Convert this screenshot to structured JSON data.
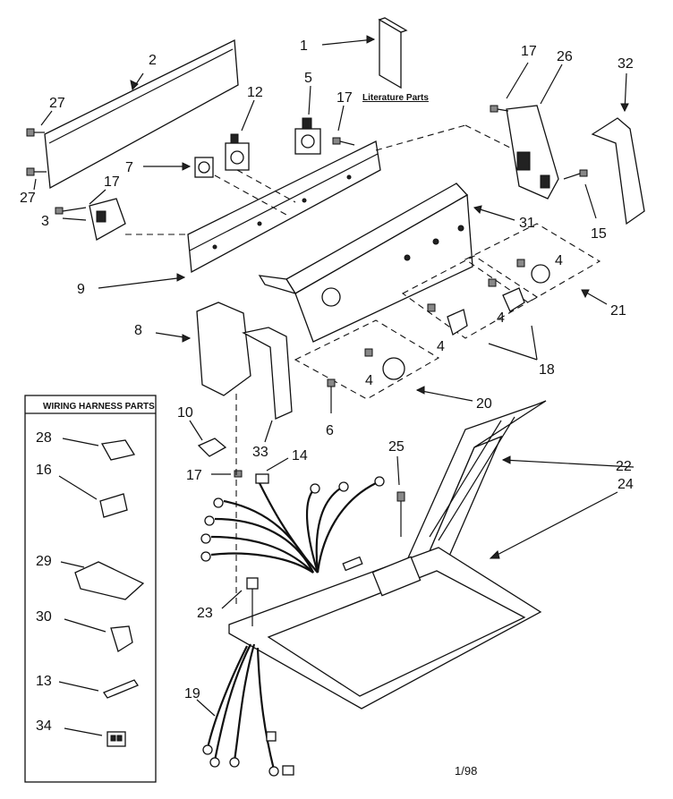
{
  "literature_label": "Literature Parts",
  "harness_title": "WIRING HARNESS PARTS",
  "date_code": "1/98",
  "callouts": {
    "c1": "1",
    "c2": "2",
    "c3": "3",
    "c4a": "4",
    "c4b": "4",
    "c4c": "4",
    "c4d": "4",
    "c5": "5",
    "c6": "6",
    "c7": "7",
    "c8": "8",
    "c9": "9",
    "c10": "10",
    "c12": "12",
    "c14": "14",
    "c15": "15",
    "c17a": "17",
    "c17b": "17",
    "c17c": "17",
    "c17d": "17",
    "c18": "18",
    "c19": "19",
    "c20": "20",
    "c21": "21",
    "c22": "22",
    "c23": "23",
    "c24": "24",
    "c25": "25",
    "c26": "26",
    "c27a": "27",
    "c27b": "27",
    "c31": "31",
    "c32": "32",
    "c33": "33"
  },
  "harness_callouts": {
    "h28": "28",
    "h16": "16",
    "h29": "29",
    "h30": "30",
    "h13": "13",
    "h34": "34"
  }
}
